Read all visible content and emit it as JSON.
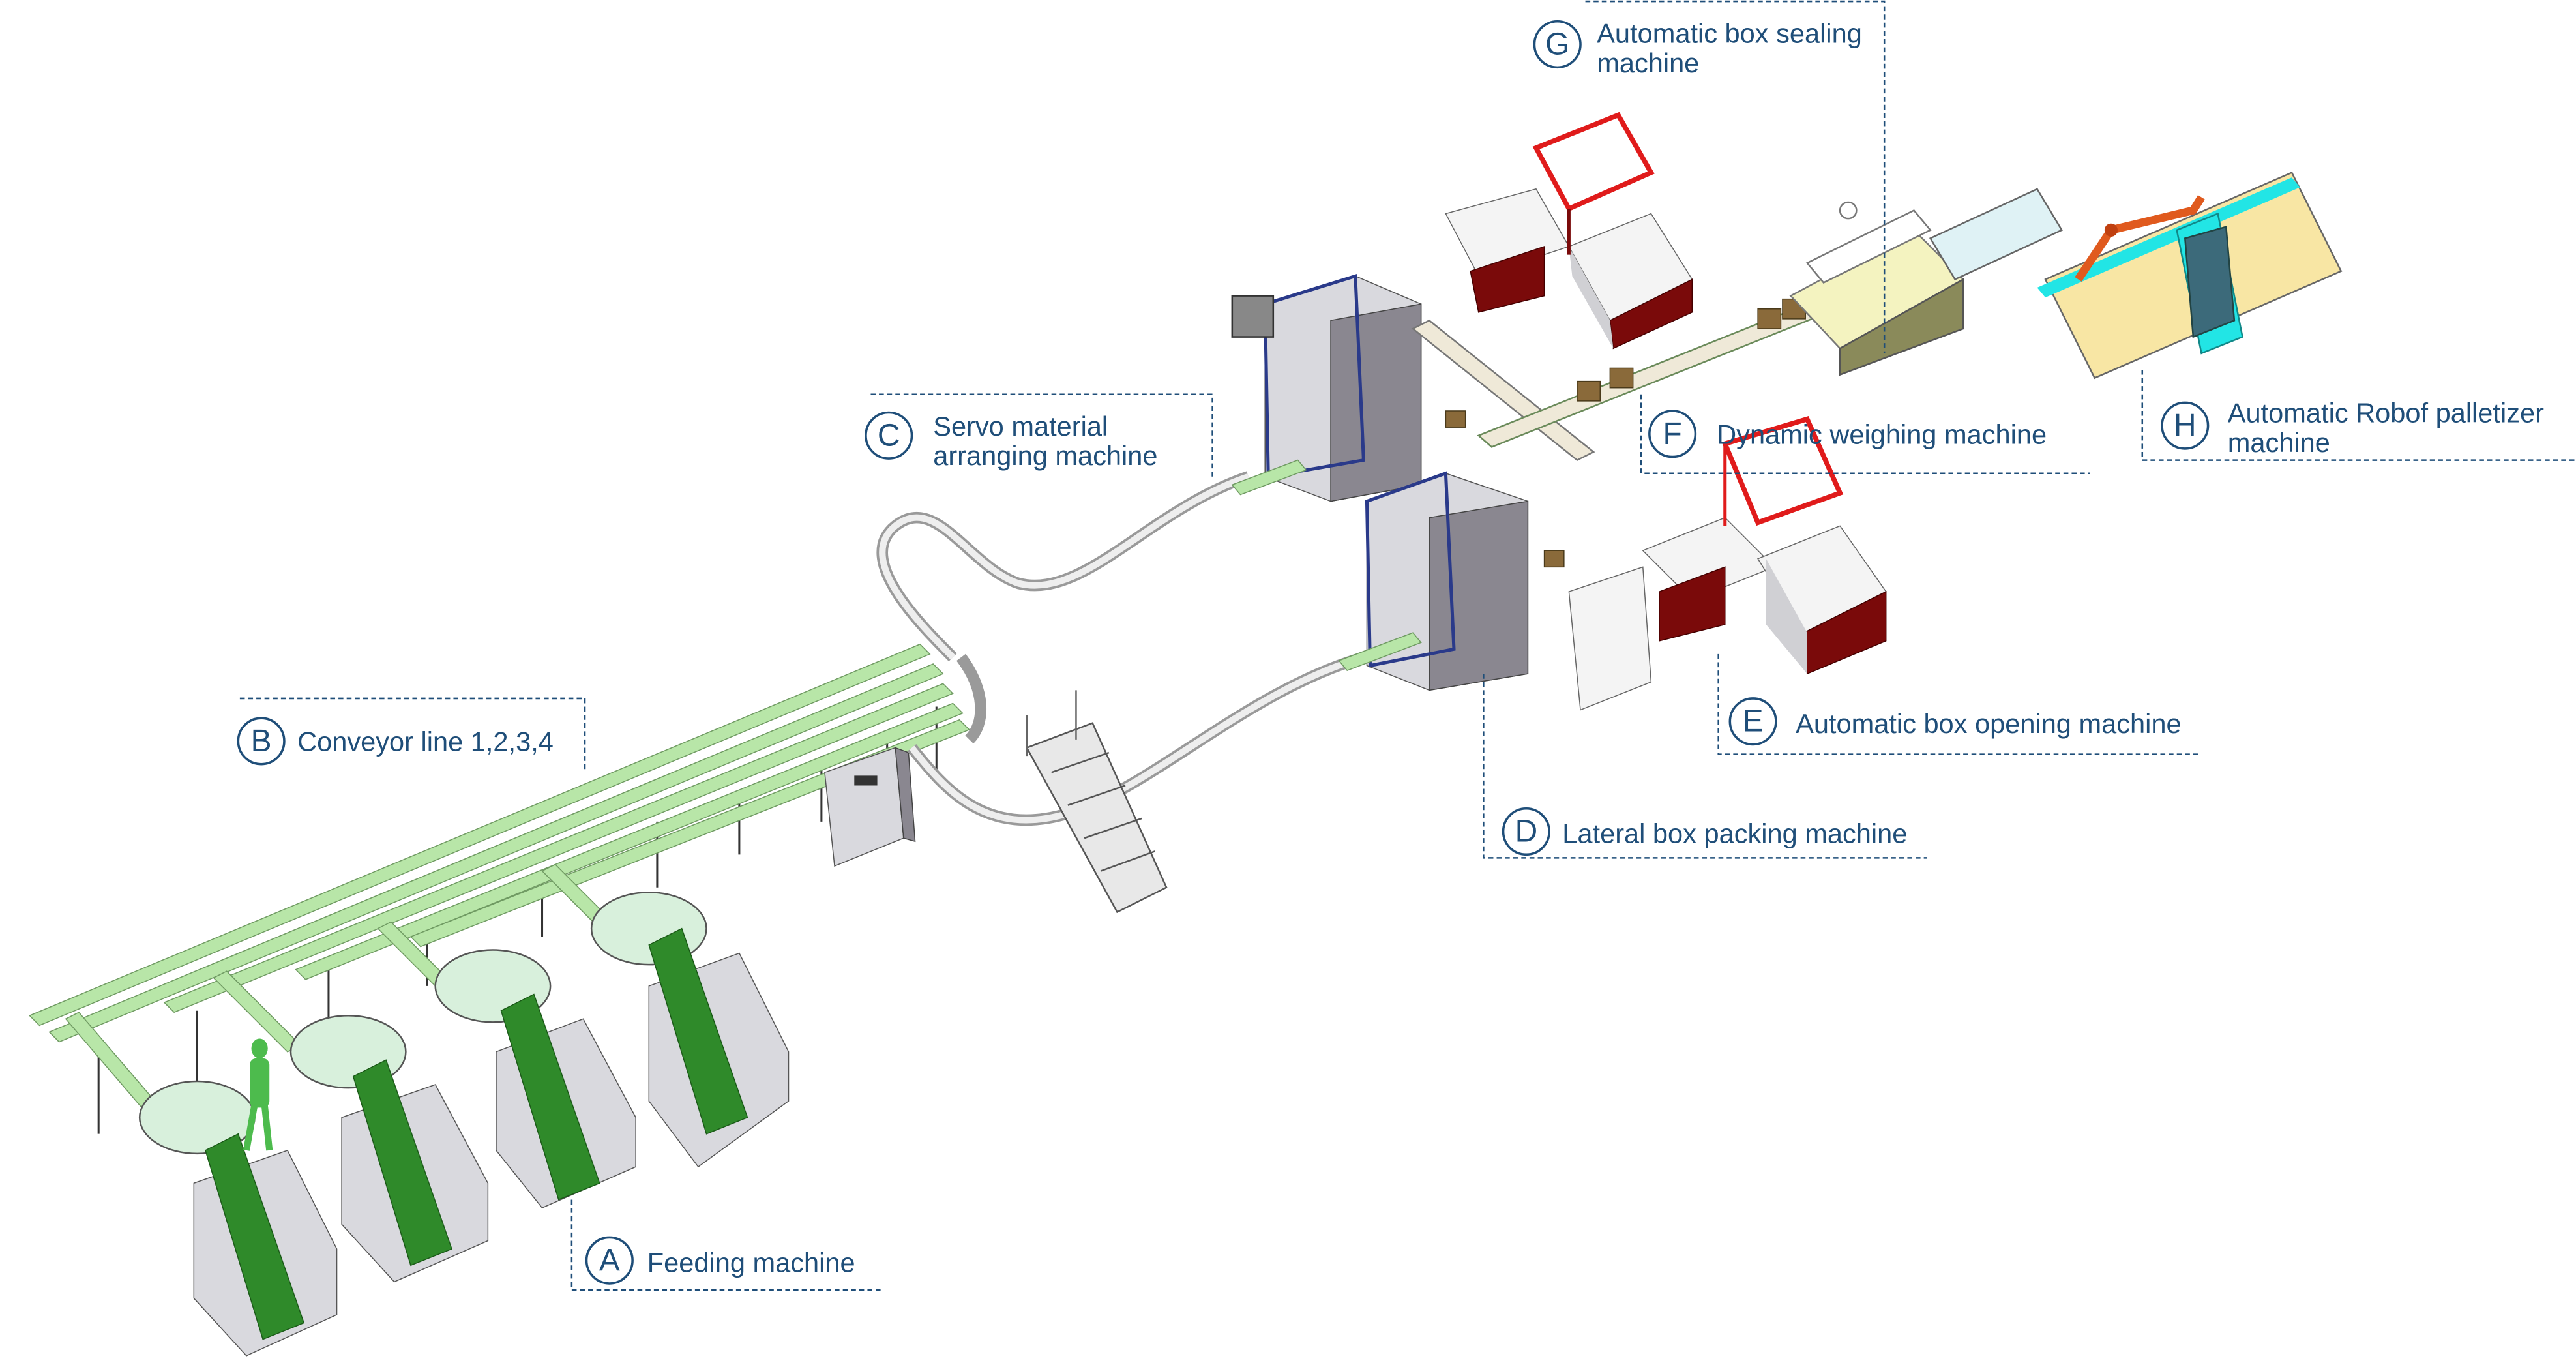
{
  "title": "Automatic production line layout",
  "stations": [
    {
      "letter": "A",
      "label": "Feeding machine"
    },
    {
      "letter": "B",
      "label": "Conveyor line 1,2,3,4"
    },
    {
      "letter": "C",
      "label_line1": "Servo material",
      "label_line2": "arranging machine"
    },
    {
      "letter": "D",
      "label": "Lateral box packing machine"
    },
    {
      "letter": "E",
      "label": "Automatic box opening machine"
    },
    {
      "letter": "F",
      "label": "Dynamic weighing machine"
    },
    {
      "letter": "G",
      "label_line1": "Automatic box sealing",
      "label_line2": "machine"
    },
    {
      "letter": "H",
      "label_line1": "Automatic Robof palletizer",
      "label_line2": "machine"
    }
  ],
  "colors": {
    "label": "#1f4e79",
    "belt": "#2f8a2a",
    "conveyor": "#b8e6a8",
    "frame_red": "#e01b1b",
    "robot": "#e05a1e",
    "pallet": "#f8e6a4",
    "rail": "#22e5e5"
  }
}
